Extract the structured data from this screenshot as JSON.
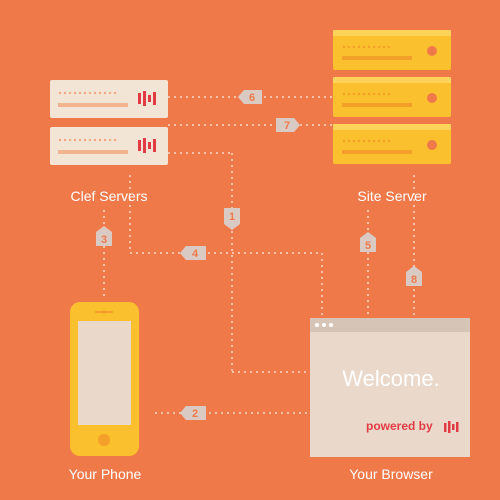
{
  "labels": {
    "clef_servers": "Clef Servers",
    "site_server": "Site Server",
    "your_phone": "Your Phone",
    "your_browser": "Your Browser"
  },
  "browser": {
    "welcome": "Welcome.",
    "powered_by": "powered by"
  },
  "steps": [
    "1",
    "2",
    "3",
    "4",
    "5",
    "6",
    "7",
    "8"
  ],
  "colors": {
    "background": "#F0794A",
    "clef_server": "#F3E5D6",
    "site_server": "#FBC02D",
    "phone_body": "#FBC02D",
    "browser": "#EAD9CA",
    "brand_red": "#E23B45",
    "connector": "#F7C2A7",
    "step_tag": "#D9CBC3"
  }
}
